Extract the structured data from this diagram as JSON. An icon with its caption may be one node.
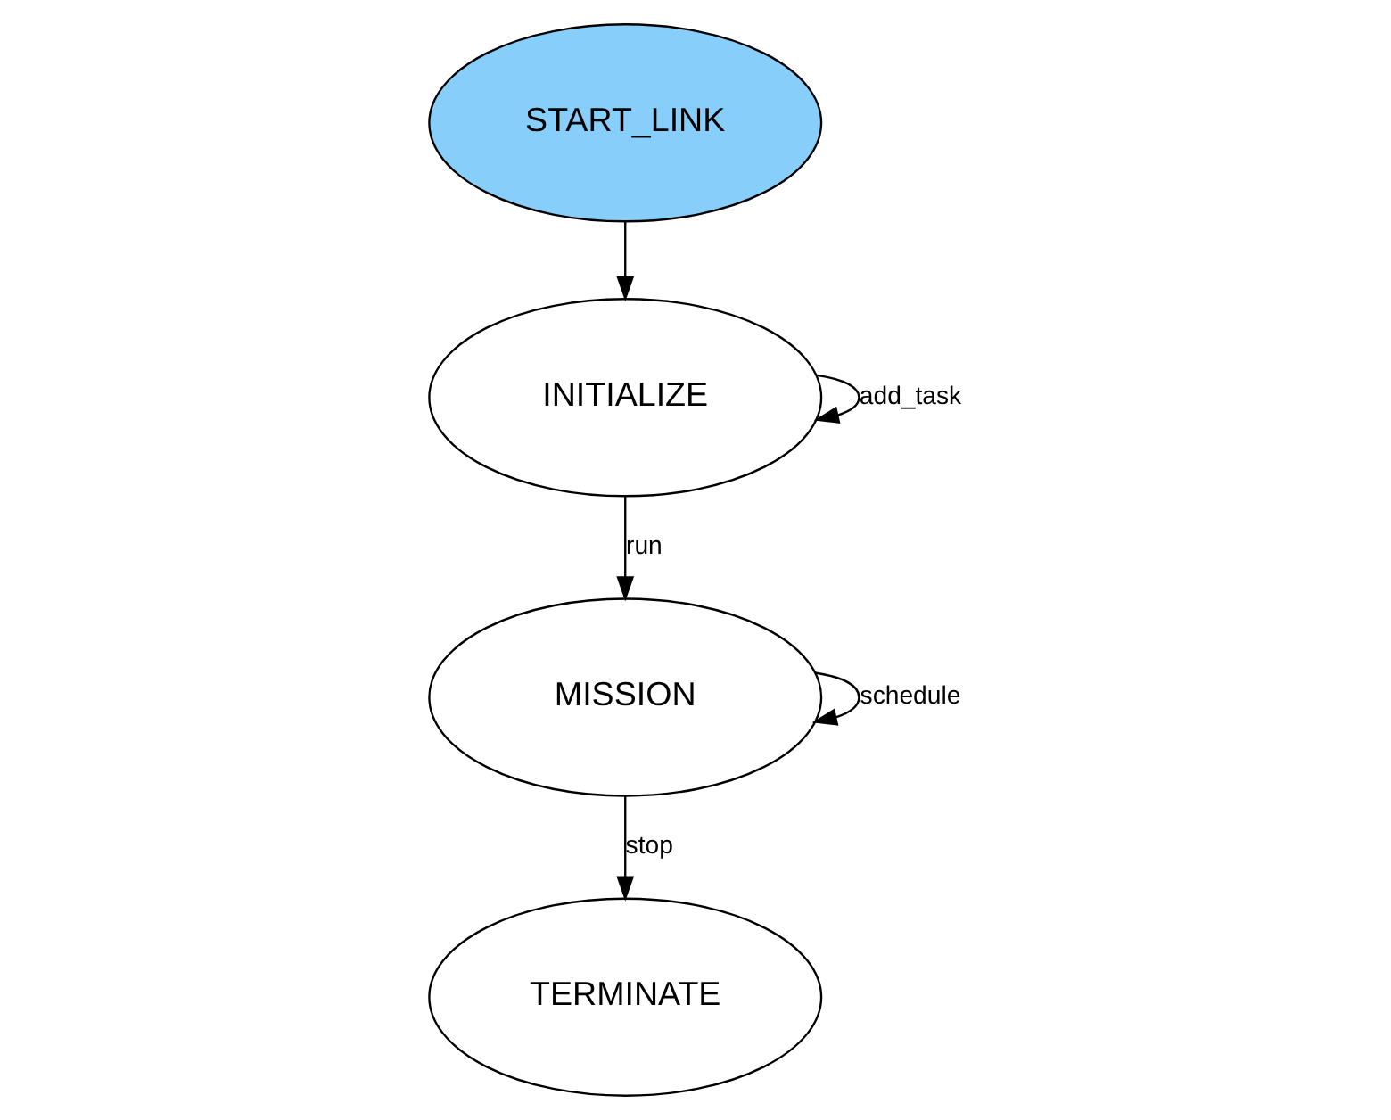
{
  "diagram": {
    "nodes": [
      {
        "text": [
          "START_LINK"
        ]
      },
      {
        "text": [
          "INITIALIZE"
        ]
      },
      {
        "text": [
          "TERMINATE"
        ]
      },
      {
        "text": [
          "MISSION"
        ]
      }
    ],
    "edges": [
      {
        "from": 0,
        "to": 1,
        "arrow": "to"
      },
      {
        "from": 1,
        "to": 1,
        "arrow": "to",
        "label": "add_task"
      },
      {
        "from": 1,
        "to": 3,
        "arrow": "to",
        "label": "run"
      },
      {
        "from": 3,
        "to": 3,
        "arrow": "to",
        "label": "schedule"
      },
      {
        "from": 3,
        "to": 2,
        "arrow": "to",
        "label": "stop"
      }
    ]
  }
}
